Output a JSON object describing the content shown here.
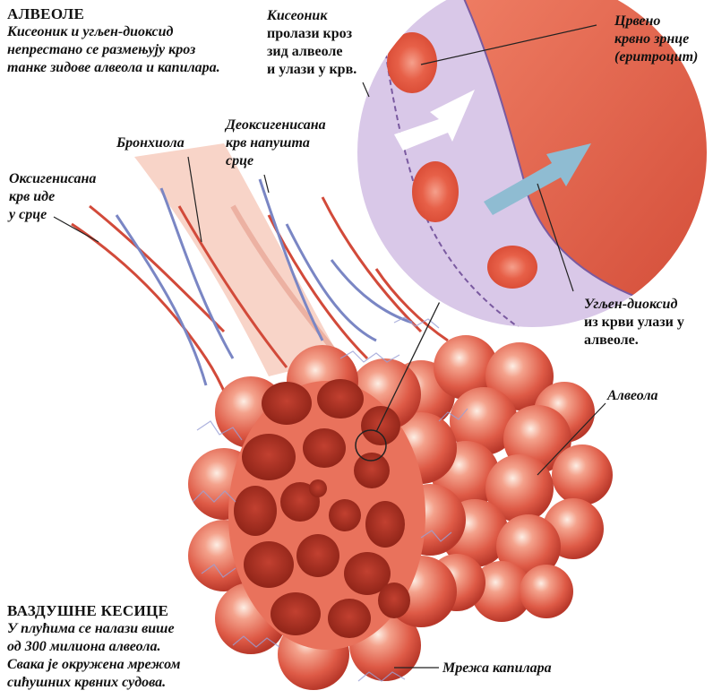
{
  "alveoli_section": {
    "title": "АЛВЕОЛЕ",
    "lines": [
      "Кисеоник и угљен-диоксид",
      "непрестано се размењују кроз",
      "танке зидове алвеола и капилара."
    ]
  },
  "oxygen_note": {
    "heading": "Кисеоник",
    "lines": [
      "пролази кроз",
      "зид алвеоле",
      "и улази у крв."
    ]
  },
  "red_cell_label": {
    "lines": [
      "Црвено",
      "крвно зрнце",
      "(еритроцит)"
    ]
  },
  "bronchiole_label": "Бронхиола",
  "deoxy_label": {
    "lines": [
      "Деоксигенисана",
      "крв напушта",
      "срце"
    ]
  },
  "oxy_label": {
    "lines": [
      "Оксигенисана",
      "крв иде",
      "у срце"
    ]
  },
  "co2_label": {
    "lines": [
      "Угљен-диоксид",
      "из крви улази у",
      "алвеоле."
    ]
  },
  "alveolus_label": "Алвеола",
  "air_sacs_section": {
    "title": "ВАЗДУШНЕ КЕСИЦЕ",
    "lines": [
      "У плућима се налази више",
      "од 300 милиона алвеола.",
      "Свака је окружена мрежом",
      "сићушних крвних судова."
    ]
  },
  "capillary_label": "Мрежа капилара",
  "colors": {
    "alveolus": "#e05a48",
    "alveolus_light": "#f6b6a4",
    "artery": "#d24a3a",
    "vein": "#7a86c4",
    "capillary": "#9aa0d6",
    "inset_bg": "#d9c8e8",
    "arrow_in": "#ffffff",
    "arrow_out": "#8fbcd2"
  }
}
